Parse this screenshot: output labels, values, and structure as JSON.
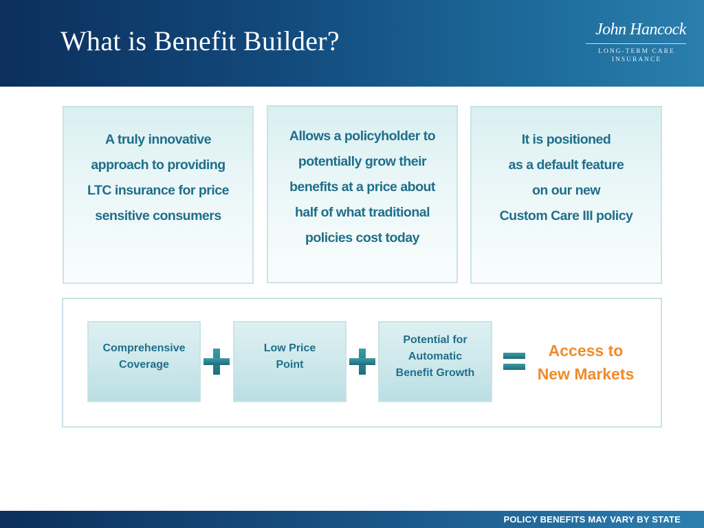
{
  "slide": {
    "title": "What is Benefit Builder?"
  },
  "logo": {
    "signature": "John Hancock",
    "line1": "LONG-TERM CARE",
    "line2": "INSURANCE"
  },
  "cards": [
    {
      "lines": [
        "A truly innovative",
        "approach to providing",
        "LTC insurance for price",
        "sensitive consumers"
      ]
    },
    {
      "lines": [
        "Allows a policyholder to",
        "potentially grow their",
        "benefits at a price about",
        "half of what traditional",
        "policies cost today"
      ]
    },
    {
      "lines": [
        "It is positioned",
        "as a default feature",
        "on our new",
        "Custom Care III policy"
      ]
    }
  ],
  "equation": {
    "terms": [
      {
        "lines": [
          "Comprehensive",
          "Coverage"
        ]
      },
      {
        "lines": [
          "Low Price",
          "Point"
        ]
      },
      {
        "lines": [
          "Potential for",
          "Automatic",
          "Benefit Growth"
        ]
      }
    ],
    "plus_icon": "plus-icon",
    "equals_icon": "equals-icon",
    "result": {
      "lines": [
        "Access to",
        "New Markets"
      ]
    }
  },
  "footer": {
    "disclaimer": "POLICY BENEFITS MAY VARY BY STATE"
  },
  "colors": {
    "header_dark": "#0c2f5c",
    "header_light": "#2a7fad",
    "card_text": "#1f6e8a",
    "card_border": "#c9e3e6",
    "accent_orange": "#f08b2a",
    "icon_teal": "#1d6e7c"
  }
}
